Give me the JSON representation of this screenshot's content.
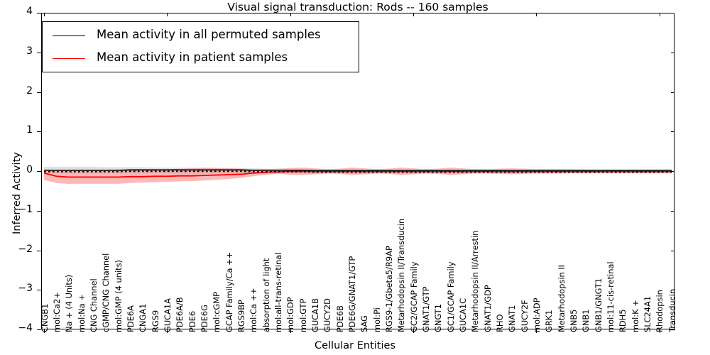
{
  "figure": {
    "title": "Visual signal transduction: Rods -- 160 samples",
    "xlabel": "Cellular Entities",
    "ylabel": "Inferred Activity"
  },
  "legend": {
    "entries": [
      {
        "label": "Mean activity in all permuted samples",
        "color": "#000000"
      },
      {
        "label": "Mean activity in patient samples",
        "color": "#ff0000"
      }
    ]
  },
  "colors": {
    "permuted_line": "#000000",
    "permuted_band": "#c8c8c8",
    "patient_line": "#ff0000",
    "patient_band": "#f98b8b",
    "axis": "#000000",
    "background": "#ffffff"
  },
  "chart_data": {
    "type": "line",
    "title": "Visual signal transduction: Rods -- 160 samples",
    "xlabel": "Cellular Entities",
    "ylabel": "Inferred Activity",
    "ylim": [
      -4,
      4
    ],
    "yticks": [
      -4,
      -3,
      -2,
      -1,
      0,
      1,
      2,
      3,
      4
    ],
    "ytick_labels": [
      "-4",
      "-3",
      "-2",
      "-1",
      "0",
      "1",
      "2",
      "3",
      "4"
    ],
    "grid": false,
    "legend_position": "upper left",
    "categories": [
      "CNGB1",
      "mol:Ca2+",
      "Na + (4 Units)",
      "mol:Na +",
      "CNG Channel",
      "cGMP/CNG Channel",
      "mol:GMP (4 units)",
      "PDE6A",
      "CNGA1",
      "RGS9",
      "GUCA1A",
      "PDE6A/B",
      "PDE6",
      "PDE6G",
      "mol:cGMP",
      "GCAP Family/Ca ++",
      "RGS9BP",
      "mol:Ca ++",
      "absorption of light",
      "mol:all-trans-retinal",
      "mol:GDP",
      "mol:GTP",
      "GUCA1B",
      "GUCY2D",
      "PDE6B",
      "PDE6G/GNAT1/GTP",
      "SAG",
      "mol:Pi",
      "RGS9-1/Gbeta5/R9AP",
      "Metarhodopsin II/Transducin",
      "GC2/GCAP Family",
      "GNAT1/GTP",
      "GNGT1",
      "GC1/GCAP Family",
      "GUCA1C",
      "Metarhodopsin II/Arrestin",
      "GNAT1/GDP",
      "RHO",
      "GNAT1",
      "GUCY2F",
      "mol:ADP",
      "GRK1",
      "Metarhodopsin II",
      "GNB5",
      "GNB1",
      "GNB1/GNGT1",
      "mol:11-cis-retinal",
      "RDH5",
      "mol:K +",
      "SLC24A1",
      "Rhodopsin",
      "Transducin"
    ],
    "series": [
      {
        "name": "Mean activity in all permuted samples",
        "color": "#000000",
        "style": "solid+dotted",
        "values": [
          0.02,
          0.02,
          0.02,
          0.02,
          0.02,
          0.02,
          0.02,
          0.03,
          0.03,
          0.03,
          0.03,
          0.03,
          0.03,
          0.03,
          0.03,
          0.03,
          0.03,
          0.02,
          0.02,
          0.02,
          0.02,
          0.02,
          0.01,
          0.01,
          0.01,
          0.01,
          0.01,
          0.01,
          0.01,
          0.01,
          0.01,
          0.01,
          0.01,
          0.01,
          0.01,
          0.01,
          0.01,
          0.01,
          0.01,
          0.01,
          0.01,
          0.01,
          0.01,
          0.01,
          0.01,
          0.01,
          0.01,
          0.01,
          0.01,
          0.01,
          0.01,
          0.01
        ],
        "band_upper": [
          0.11,
          0.11,
          0.11,
          0.11,
          0.11,
          0.1,
          0.1,
          0.1,
          0.1,
          0.09,
          0.09,
          0.09,
          0.09,
          0.09,
          0.08,
          0.08,
          0.08,
          0.07,
          0.06,
          0.05,
          0.05,
          0.05,
          0.05,
          0.05,
          0.05,
          0.05,
          0.05,
          0.05,
          0.05,
          0.05,
          0.05,
          0.05,
          0.05,
          0.05,
          0.05,
          0.05,
          0.05,
          0.05,
          0.05,
          0.05,
          0.05,
          0.05,
          0.05,
          0.05,
          0.05,
          0.05,
          0.05,
          0.05,
          0.05,
          0.05,
          0.05,
          0.05
        ],
        "band_lower": [
          -0.06,
          -0.06,
          -0.06,
          -0.06,
          -0.06,
          -0.06,
          -0.06,
          -0.06,
          -0.06,
          -0.06,
          -0.06,
          -0.06,
          -0.06,
          -0.06,
          -0.06,
          -0.06,
          -0.06,
          -0.06,
          -0.06,
          -0.06,
          -0.06,
          -0.06,
          -0.06,
          -0.06,
          -0.06,
          -0.06,
          -0.06,
          -0.06,
          -0.06,
          -0.06,
          -0.06,
          -0.06,
          -0.06,
          -0.06,
          -0.06,
          -0.06,
          -0.06,
          -0.06,
          -0.06,
          -0.06,
          -0.06,
          -0.06,
          -0.06,
          -0.06,
          -0.06,
          -0.06,
          -0.06,
          -0.06,
          -0.06,
          -0.06,
          -0.06,
          -0.06
        ]
      },
      {
        "name": "Mean activity in patient samples",
        "color": "#ff0000",
        "style": "solid",
        "values": [
          -0.05,
          -0.13,
          -0.15,
          -0.15,
          -0.15,
          -0.15,
          -0.15,
          -0.14,
          -0.14,
          -0.13,
          -0.13,
          -0.12,
          -0.12,
          -0.11,
          -0.1,
          -0.09,
          -0.08,
          -0.05,
          -0.03,
          -0.02,
          -0.01,
          -0.01,
          -0.01,
          -0.01,
          -0.01,
          -0.01,
          -0.01,
          -0.01,
          -0.01,
          -0.01,
          -0.01,
          -0.01,
          -0.01,
          -0.01,
          -0.01,
          -0.01,
          -0.01,
          -0.01,
          -0.01,
          -0.01,
          -0.01,
          -0.01,
          -0.01,
          -0.01,
          -0.01,
          -0.01,
          -0.01,
          -0.01,
          -0.01,
          -0.01,
          -0.01,
          -0.01
        ],
        "band_upper": [
          0.03,
          0.03,
          0.03,
          0.03,
          0.03,
          0.03,
          0.04,
          0.05,
          0.05,
          0.05,
          0.05,
          0.06,
          0.07,
          0.08,
          0.08,
          0.07,
          0.06,
          0.05,
          0.05,
          0.06,
          0.08,
          0.09,
          0.07,
          0.05,
          0.06,
          0.09,
          0.07,
          0.05,
          0.06,
          0.09,
          0.07,
          0.05,
          0.06,
          0.09,
          0.07,
          0.05,
          0.05,
          0.06,
          0.07,
          0.06,
          0.05,
          0.05,
          0.05,
          0.05,
          0.04,
          0.04,
          0.04,
          0.04,
          0.04,
          0.04,
          0.04,
          0.04
        ],
        "band_lower": [
          -0.22,
          -0.3,
          -0.32,
          -0.32,
          -0.32,
          -0.32,
          -0.32,
          -0.3,
          -0.29,
          -0.28,
          -0.27,
          -0.26,
          -0.25,
          -0.24,
          -0.22,
          -0.2,
          -0.17,
          -0.13,
          -0.09,
          -0.07,
          -0.09,
          -0.1,
          -0.08,
          -0.06,
          -0.07,
          -0.1,
          -0.08,
          -0.06,
          -0.07,
          -0.1,
          -0.08,
          -0.06,
          -0.07,
          -0.1,
          -0.08,
          -0.06,
          -0.06,
          -0.07,
          -0.08,
          -0.07,
          -0.06,
          -0.06,
          -0.06,
          -0.05,
          -0.05,
          -0.05,
          -0.05,
          -0.05,
          -0.05,
          -0.05,
          -0.05,
          -0.05
        ]
      }
    ]
  }
}
